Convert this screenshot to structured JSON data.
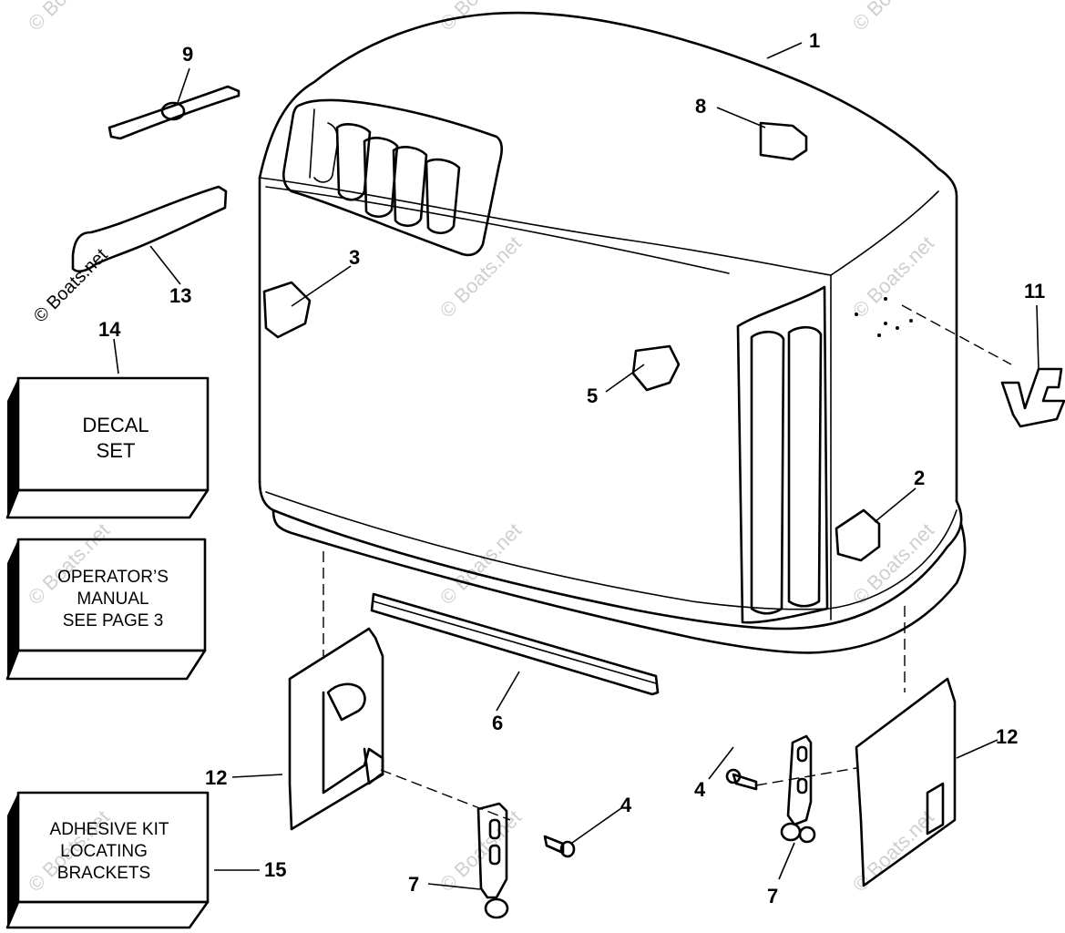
{
  "watermark": "© Boats.net",
  "callouts": [
    "1",
    "2",
    "3",
    "4",
    "4",
    "5",
    "6",
    "7",
    "7",
    "8",
    "9",
    "11",
    "12",
    "12",
    "13",
    "14",
    "15"
  ],
  "boxes": {
    "decal_set": [
      "DECAL",
      "SET"
    ],
    "operators_manual": [
      "OPERATOR’S",
      "MANUAL",
      "SEE PAGE 3"
    ],
    "adhesive_kit": [
      "ADHESIVE KIT",
      "LOCATING",
      "BRACKETS"
    ]
  },
  "badge_text": "V6"
}
